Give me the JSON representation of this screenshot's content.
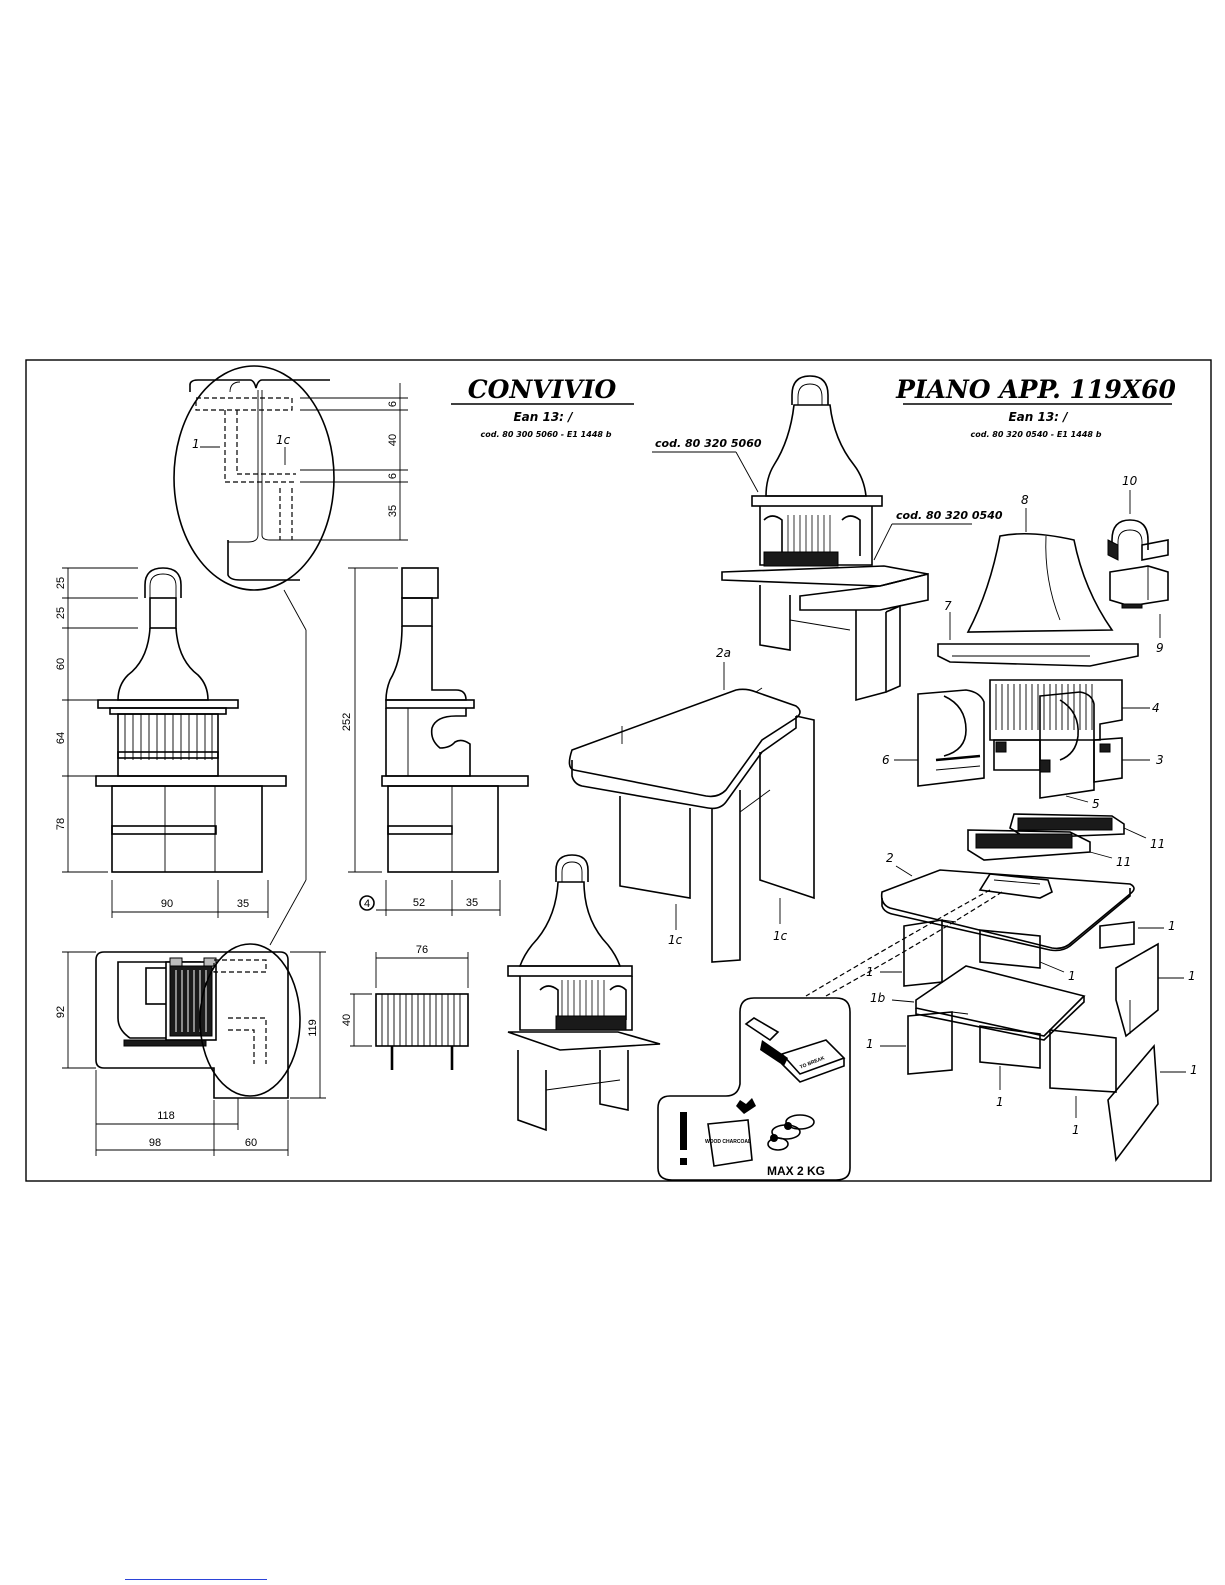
{
  "convivio": {
    "title": "CONVIVIO",
    "ean": "Ean 13:  /",
    "cod": "cod. 80 300 5060 - E1 1448 b"
  },
  "piano": {
    "title": "PIANO   APP. 119X60",
    "ean": "Ean 13:  /",
    "cod": "cod. 80 320 0540 - E1 1448 b"
  },
  "callouts": {
    "cod_barbecue": "cod. 80 320 5060",
    "cod_worktop": "cod. 80 320 0540"
  },
  "front_view": {
    "heights": [
      "25",
      "25",
      "60",
      "64",
      "78"
    ],
    "widths": [
      "90",
      "35"
    ]
  },
  "side_view": {
    "height": "252",
    "widths": [
      "52",
      "35"
    ],
    "circle_marker": "4"
  },
  "detail": {
    "labels": [
      "1",
      "1c"
    ],
    "heights": [
      "6",
      "40",
      "6",
      "35"
    ]
  },
  "plan_view": {
    "depth_left": "92",
    "depth_right": "119",
    "width_total": "118",
    "widths": [
      "98",
      "60"
    ]
  },
  "grill": {
    "width": "76",
    "height": "40"
  },
  "parts": {
    "p1": "1",
    "p1b": "1b",
    "p1c": "1c",
    "p2": "2",
    "p2a": "2a",
    "p3": "3",
    "p4": "4",
    "p5": "5",
    "p6": "6",
    "p7": "7",
    "p8": "8",
    "p9": "9",
    "p10": "10",
    "p11": "11"
  },
  "warning": {
    "max": "MAX 2 KG",
    "bag": "WOOD CHARCOAL",
    "tobreak": "TO BREAK"
  }
}
